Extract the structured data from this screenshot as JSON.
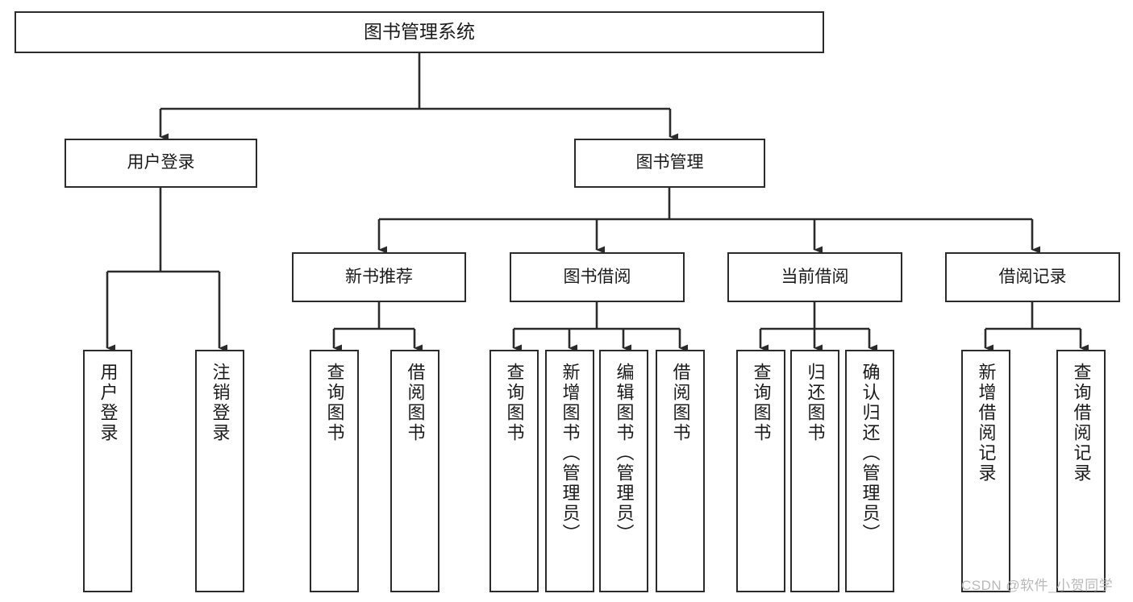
{
  "diagram": {
    "type": "tree-hierarchy",
    "title": "图书管理系统",
    "orientation": "top-down",
    "colors": {
      "node_border": "#2b2b2b",
      "node_fill": "#ffffff",
      "connector": "#2b2b2b",
      "text": "#1b1b1b",
      "watermark": "#b9b9b9",
      "canvas": "#ffffff"
    }
  },
  "nodes": {
    "root": {
      "label": "图书管理系统"
    },
    "level1": [
      {
        "id": "user-login",
        "label": "用户登录"
      },
      {
        "id": "book-manage",
        "label": "图书管理"
      }
    ],
    "level2": [
      {
        "id": "new-book-recommend",
        "label": "新书推荐"
      },
      {
        "id": "book-borrow",
        "label": "图书借阅"
      },
      {
        "id": "current-borrow",
        "label": "当前借阅"
      },
      {
        "id": "borrow-record",
        "label": "借阅记录"
      }
    ],
    "leaves": {
      "user-login": [
        {
          "id": "leaf-user-login",
          "label": "用户登录"
        },
        {
          "id": "leaf-logout-login",
          "label": "注销登录"
        }
      ],
      "new-book-recommend": [
        {
          "id": "leaf-query-book-1",
          "label": "查询图书"
        },
        {
          "id": "leaf-borrow-book-1",
          "label": "借阅图书"
        }
      ],
      "book-borrow": [
        {
          "id": "leaf-query-book-2",
          "label": "查询图书"
        },
        {
          "id": "leaf-add-book",
          "label": "新增图书（管理员）"
        },
        {
          "id": "leaf-edit-book",
          "label": "编辑图书（管理员）"
        },
        {
          "id": "leaf-borrow-book-2",
          "label": "借阅图书"
        }
      ],
      "current-borrow": [
        {
          "id": "leaf-query-book-3",
          "label": "查询图书"
        },
        {
          "id": "leaf-return-book",
          "label": "归还图书"
        },
        {
          "id": "leaf-confirm-return",
          "label": "确认归还（管理员）"
        }
      ],
      "borrow-record": [
        {
          "id": "leaf-add-record",
          "label": "新增借阅记录"
        },
        {
          "id": "leaf-query-record",
          "label": "查询借阅记录"
        }
      ]
    }
  },
  "watermark": {
    "text": "CSDN @软件_小贺同学"
  }
}
